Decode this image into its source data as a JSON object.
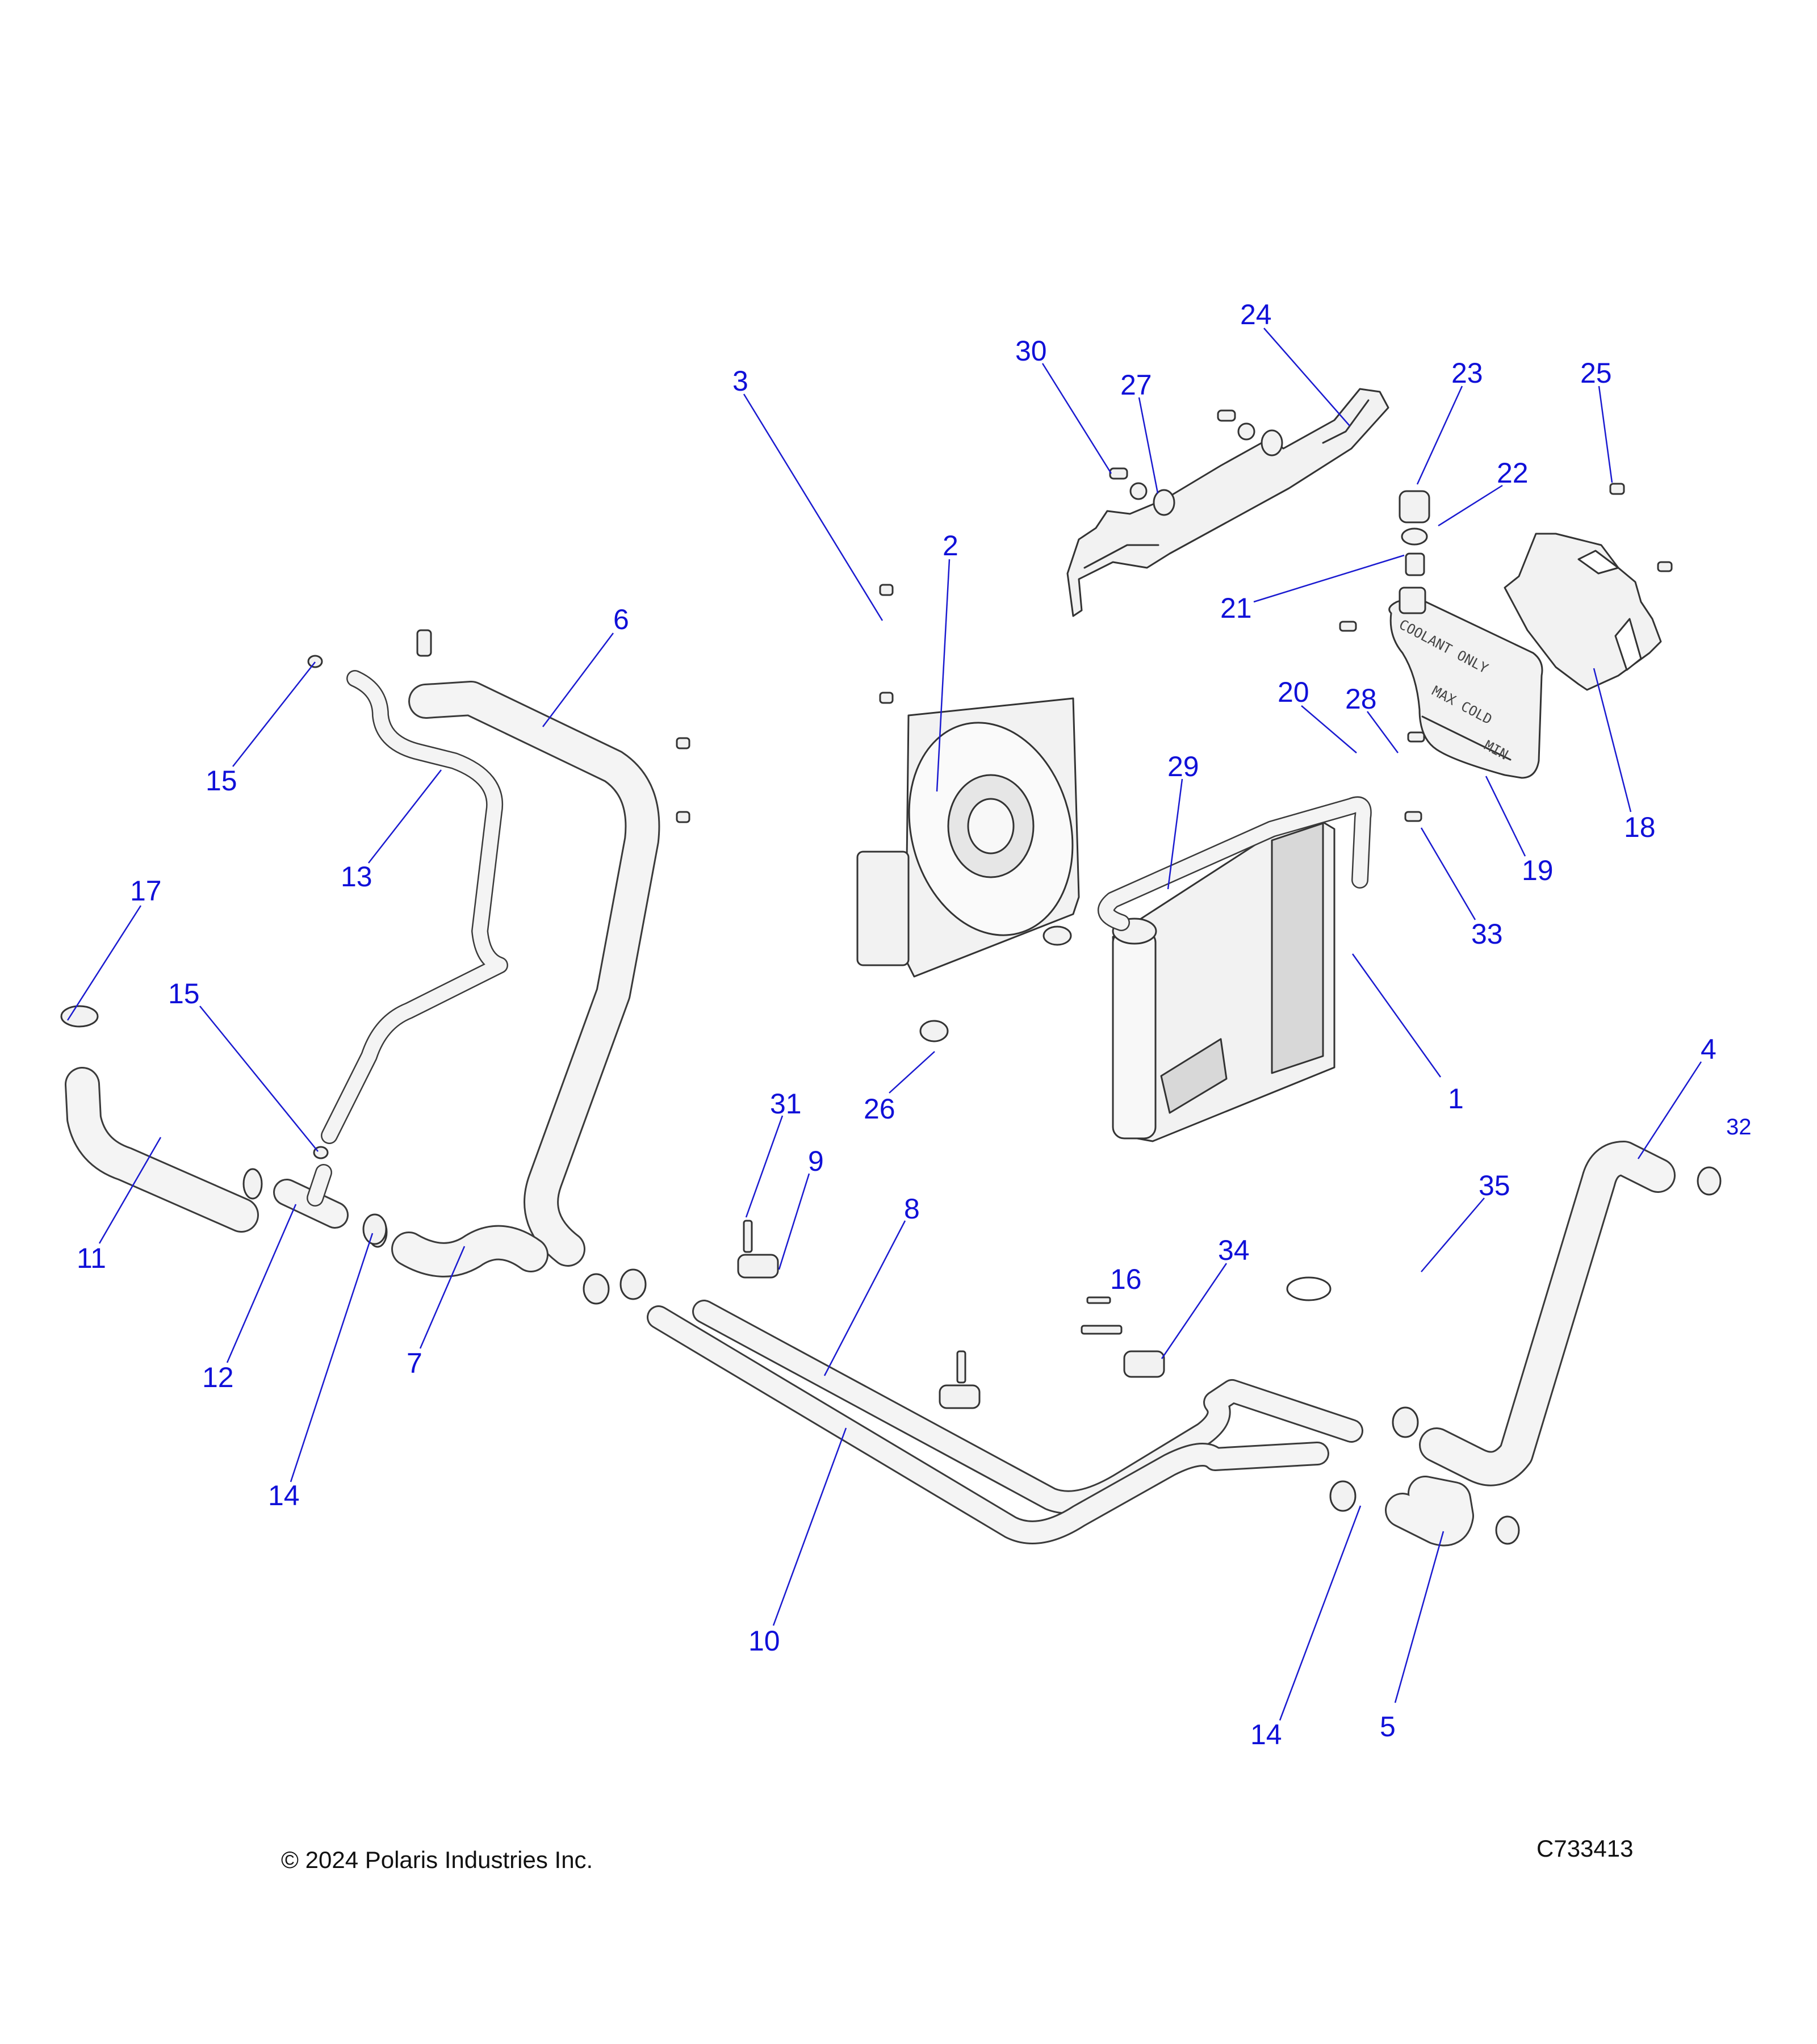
{
  "diagram": {
    "title": "Cooling system exploded parts diagram",
    "callout_color": "#1010d8",
    "callouts": [
      {
        "id": "c1",
        "label": "1",
        "part": "radiator"
      },
      {
        "id": "c2",
        "label": "2",
        "part": "fan assembly"
      },
      {
        "id": "c3",
        "label": "3",
        "part": "fan mounting bolt"
      },
      {
        "id": "c4",
        "label": "4",
        "part": "hose"
      },
      {
        "id": "c5",
        "label": "5",
        "part": "hose"
      },
      {
        "id": "c6",
        "label": "6",
        "part": "hose"
      },
      {
        "id": "c7",
        "label": "7",
        "part": "hose"
      },
      {
        "id": "c8",
        "label": "8",
        "part": "coolant tube"
      },
      {
        "id": "c9",
        "label": "9",
        "part": "tube clamp"
      },
      {
        "id": "c10",
        "label": "10",
        "part": "coolant tube"
      },
      {
        "id": "c11",
        "label": "11",
        "part": "hose"
      },
      {
        "id": "c12",
        "label": "12",
        "part": "tee fitting"
      },
      {
        "id": "c13",
        "label": "13",
        "part": "bleed hose"
      },
      {
        "id": "c14a",
        "label": "14",
        "part": "hose clamp"
      },
      {
        "id": "c14b",
        "label": "14",
        "part": "hose clamp"
      },
      {
        "id": "c15a",
        "label": "15",
        "part": "small clamp"
      },
      {
        "id": "c15b",
        "label": "15",
        "part": "small clamp"
      },
      {
        "id": "c16",
        "label": "16",
        "part": "screw"
      },
      {
        "id": "c17",
        "label": "17",
        "part": "worm clamp"
      },
      {
        "id": "c18",
        "label": "18",
        "part": "tank bracket"
      },
      {
        "id": "c19",
        "label": "19",
        "part": "coolant reservoir"
      },
      {
        "id": "c20",
        "label": "20",
        "part": "overflow hose"
      },
      {
        "id": "c21",
        "label": "21",
        "part": "filler neck insert"
      },
      {
        "id": "c22",
        "label": "22",
        "part": "seal ring"
      },
      {
        "id": "c23",
        "label": "23",
        "part": "reservoir cap"
      },
      {
        "id": "c24",
        "label": "24",
        "part": "radiator bracket"
      },
      {
        "id": "c25",
        "label": "25",
        "part": "bolt"
      },
      {
        "id": "c26",
        "label": "26",
        "part": "grommet"
      },
      {
        "id": "c27",
        "label": "27",
        "part": "grommet"
      },
      {
        "id": "c28",
        "label": "28",
        "part": "clip"
      },
      {
        "id": "c29",
        "label": "29",
        "part": "clip"
      },
      {
        "id": "c30",
        "label": "30",
        "part": "bolt"
      },
      {
        "id": "c31",
        "label": "31",
        "part": "screw"
      },
      {
        "id": "c32",
        "label": "32",
        "part": "clamp"
      },
      {
        "id": "c33",
        "label": "33",
        "part": "screw"
      },
      {
        "id": "c34",
        "label": "34",
        "part": "tube clamp"
      },
      {
        "id": "c35",
        "label": "35",
        "part": "spring clamp"
      }
    ],
    "tank_markings": {
      "top": "COOLANT ONLY",
      "max": "MAX COLD",
      "min": "MIN"
    }
  },
  "footer": {
    "copyright": "© 2024 Polaris Industries Inc.",
    "figure_id": "C733413"
  }
}
